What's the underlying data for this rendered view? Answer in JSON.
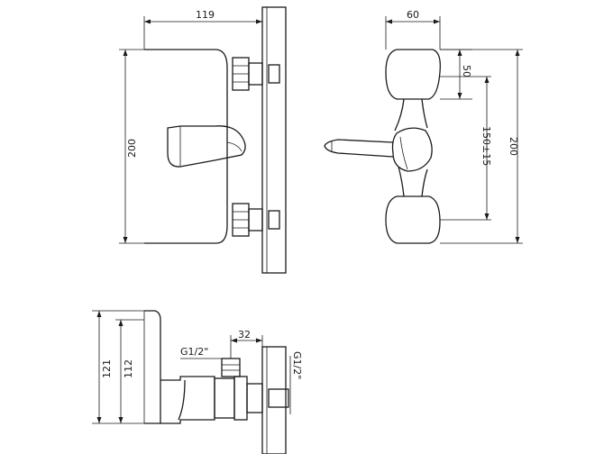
{
  "dimensions": {
    "front_width": "119",
    "front_height": "200",
    "side_width": "60",
    "side_small": "50",
    "side_center": "150±15",
    "side_height": "200",
    "bottom_outer_height": "121",
    "bottom_inner_height": "112",
    "bottom_offset": "32",
    "thread_left": "G1/2\"",
    "thread_right": "G1/2\""
  }
}
